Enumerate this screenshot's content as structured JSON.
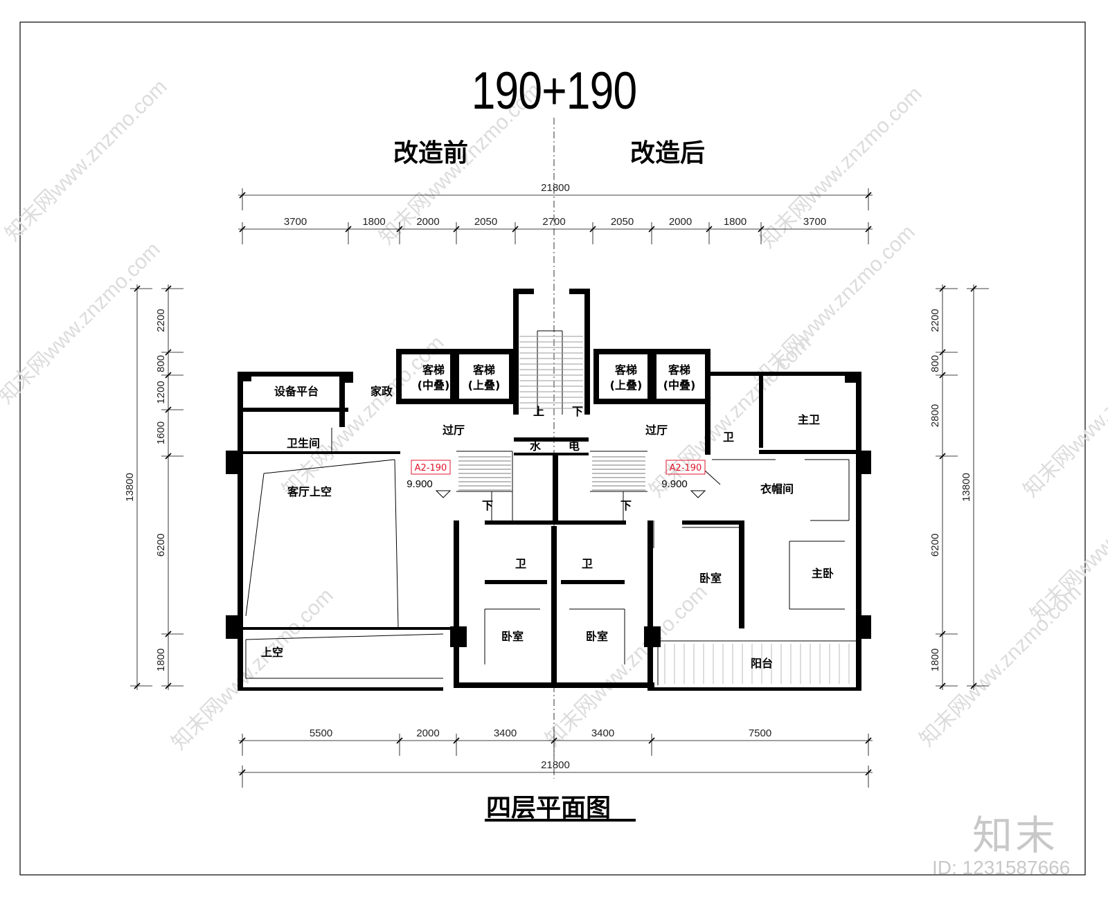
{
  "title": "190+190",
  "before_label": "改造前",
  "after_label": "改造后",
  "plan_title": "四层平面图",
  "brand": "知末",
  "image_id": "ID: 1231587666",
  "dims_top_total": "21800",
  "dims_top": [
    "3700",
    "1800",
    "2000",
    "2050",
    "2700",
    "2050",
    "2000",
    "1800",
    "3700"
  ],
  "dims_bottom": [
    "5500",
    "2000",
    "3400",
    "3400",
    "7500"
  ],
  "dims_bottom_total": "21800",
  "dims_left": [
    "2200",
    "800",
    "1200",
    "1600",
    "6200",
    "1800"
  ],
  "dims_left_total": "13800",
  "dims_right": [
    "2200",
    "800",
    "2800",
    "6200",
    "1800"
  ],
  "dims_right_total": "13800",
  "unit_tag": "A2-190",
  "elevation": "9.900",
  "rooms": {
    "equip": "设备平台",
    "maid": "家政",
    "bath_left": "卫生间",
    "living_void": "客厅上空",
    "void": "上空",
    "lift_label": "客梯",
    "mid_stack": "(中叠)",
    "up_stack": "(上叠)",
    "hall": "过厅",
    "water": "水",
    "elec": "电",
    "wc": "卫",
    "bedroom": "卧室",
    "master_bath": "主卫",
    "closet": "衣帽间",
    "master_bed": "主卧",
    "balcony": "阳台",
    "up": "上",
    "down": "下"
  },
  "watermark": "知末网www.znzmo.com",
  "colors": {
    "line": "#000000",
    "tag": "#e0142a",
    "wm": "#dcdcdc",
    "brand": "#c8c8c8"
  }
}
